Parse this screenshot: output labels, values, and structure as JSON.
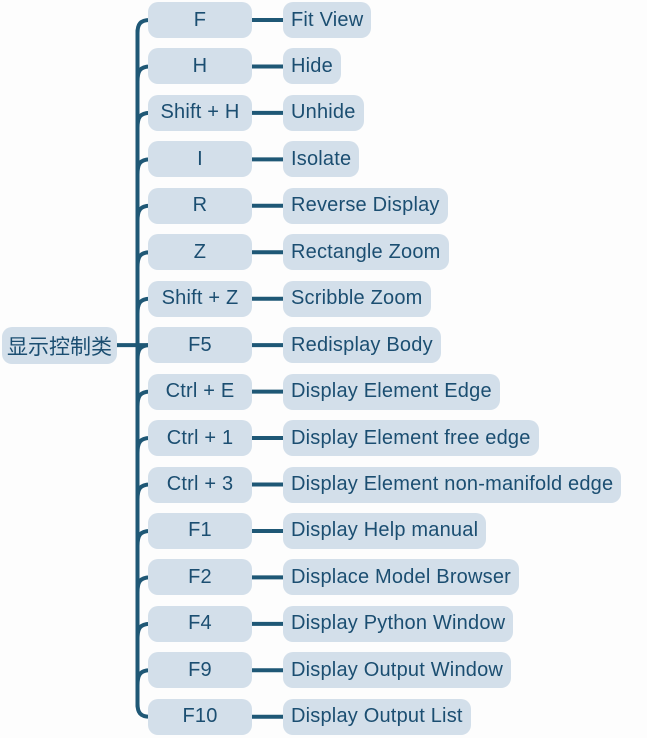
{
  "root": {
    "label": "显示控制类"
  },
  "shortcuts": [
    {
      "key": "F",
      "action": "Fit View"
    },
    {
      "key": "H",
      "action": "Hide"
    },
    {
      "key": "Shift + H",
      "action": "Unhide"
    },
    {
      "key": "I",
      "action": "Isolate"
    },
    {
      "key": "R",
      "action": "Reverse Display"
    },
    {
      "key": "Z",
      "action": "Rectangle Zoom"
    },
    {
      "key": "Shift + Z",
      "action": "Scribble Zoom"
    },
    {
      "key": "F5",
      "action": "Redisplay Body"
    },
    {
      "key": "Ctrl + E",
      "action": "Display Element Edge"
    },
    {
      "key": "Ctrl + 1",
      "action": "Display Element free edge"
    },
    {
      "key": "Ctrl + 3",
      "action": "Display Element non-manifold edge"
    },
    {
      "key": "F1",
      "action": "Display Help manual"
    },
    {
      "key": "F2",
      "action": "Displace Model Browser"
    },
    {
      "key": "F4",
      "action": "Display Python Window"
    },
    {
      "key": "F9",
      "action": "Display Output Window"
    },
    {
      "key": "F10",
      "action": "Display Output List"
    }
  ],
  "colors": {
    "node_fill": "#d3dfea",
    "node_text": "#1b4e71",
    "line": "#1f5876",
    "background": "#fdfdfd"
  }
}
